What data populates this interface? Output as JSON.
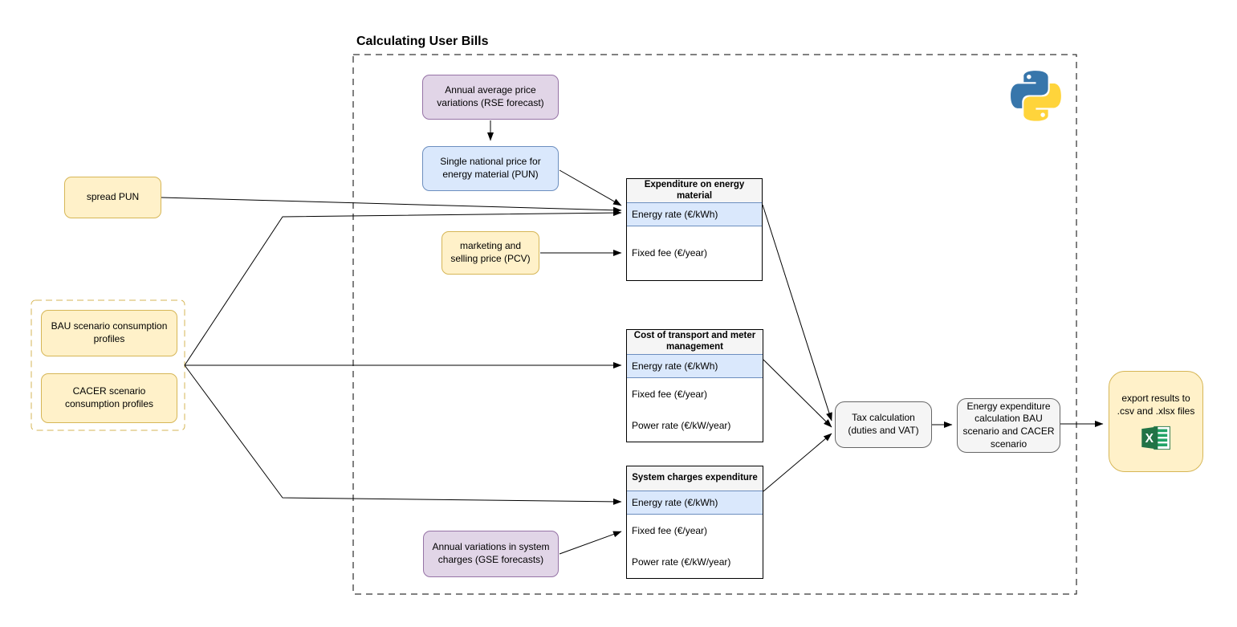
{
  "title": "Calculating User Bills",
  "colors": {
    "yellow_fill": "#FFF1C9",
    "yellow_stroke": "#D6B656",
    "purple_fill": "#E1D5E7",
    "purple_stroke": "#9673A6",
    "blue_fill": "#DAE8FC",
    "blue_stroke": "#6C8EBF",
    "gray_fill": "#F5F5F5",
    "gray_stroke": "#666666",
    "line": "#000000",
    "python_blue": "#3776AB",
    "python_yellow": "#FFD43B",
    "excel_green": "#217346"
  },
  "nodes": {
    "rse_forecast": {
      "label": "Annual average price variations (RSE forecast)"
    },
    "pun": {
      "label": "Single national price for energy material (PUN)"
    },
    "spread_pun": {
      "label": "spread PUN"
    },
    "pcv": {
      "label": "marketing and selling price (PCV)"
    },
    "bau_profiles": {
      "label": "BAU scenario consumption profiles"
    },
    "cacer_profiles": {
      "label": "CACER scenario consumption profiles"
    },
    "gse_forecast": {
      "label": "Annual variations in system charges (GSE forecasts)"
    },
    "tax": {
      "label": "Tax calculation (duties and VAT)"
    },
    "energy_expenditure": {
      "label": "Energy expenditure calculation BAU scenario and CACER scenario"
    },
    "export": {
      "label": "export results to .csv and .xlsx files"
    }
  },
  "tables": [
    {
      "header": "Expenditure on energy material",
      "rows": [
        {
          "label": "Energy rate (€/kWh)",
          "highlighted": true
        },
        {
          "label": "Fixed fee (€/year)",
          "highlighted": false
        }
      ]
    },
    {
      "header": "Cost of transport and meter management",
      "rows": [
        {
          "label": "Energy rate (€/kWh)",
          "highlighted": true
        },
        {
          "label": "Fixed fee (€/year)",
          "highlighted": false
        },
        {
          "label": "Power rate (€/kW/year)",
          "highlighted": false
        }
      ]
    },
    {
      "header": "System charges expenditure",
      "rows": [
        {
          "label": "Energy rate (€/kWh)",
          "highlighted": true
        },
        {
          "label": "Fixed fee (€/year)",
          "highlighted": false
        },
        {
          "label": "Power rate (€/kW/year)",
          "highlighted": false
        }
      ]
    }
  ],
  "icons": {
    "python": "python-logo",
    "excel": "excel-logo"
  }
}
